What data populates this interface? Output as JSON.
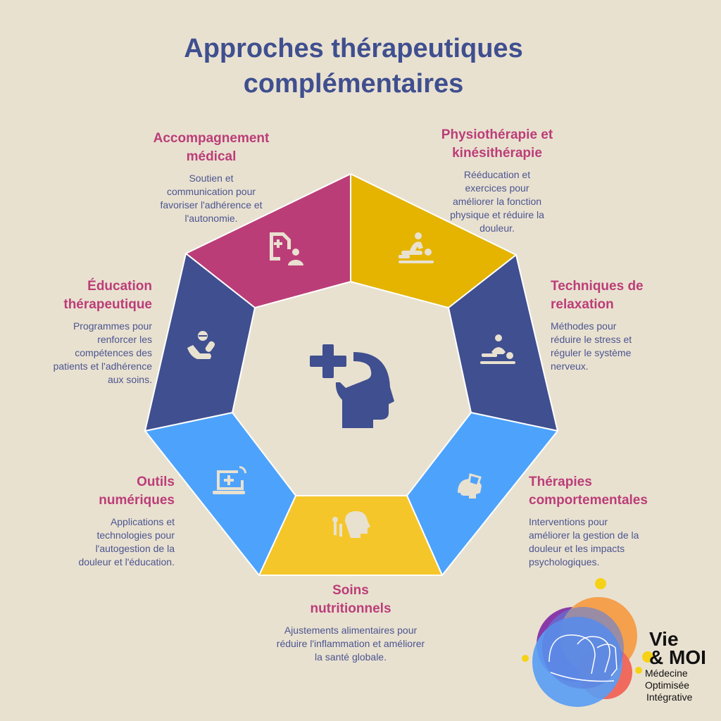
{
  "title": "Approches thérapeutiques\ncomplémentaires",
  "colors": {
    "background": "#e9e1d0",
    "magenta": "#bb3d78",
    "yellow": "#e4b400",
    "dark_blue": "#3f4f8f",
    "light_blue": "#4da3fb",
    "yellow_light": "#f5c62a"
  },
  "segments": [
    {
      "title": "Accompagnement\nmédical",
      "desc": "Soutien et\ncommunication pour\nfavoriser l'adhérence et\nl'autonomie.",
      "icon": "medical-record-person-icon"
    },
    {
      "title": "Physiothérapie et\nkinésithérapie",
      "desc": "Rééducation et\nexercices pour\naméliorer la fonction\nphysique et réduire la\ndouleur.",
      "icon": "physiotherapy-icon"
    },
    {
      "title": "Techniques de\nrelaxation",
      "desc": "Méthodes pour\nréduire le stress et\nréguler le système\nnerveux.",
      "icon": "massage-icon"
    },
    {
      "title": "Thérapies\ncomportementales",
      "desc": "Interventions pour\naméliorer la gestion de la\ndouleur et les impacts\npsychologiques.",
      "icon": "head-hand-icon"
    },
    {
      "title": "Soins\nnutritionnels",
      "desc": "Ajustements alimentaires pour\nréduire l'inflammation et améliorer\nla santé globale.",
      "icon": "nutrition-head-icon"
    },
    {
      "title": "Outils\nnumériques",
      "desc": "Applications et\ntechnologies pour\nl'autogestion de la\ndouleur et l'éducation.",
      "icon": "telemedicine-laptop-icon"
    },
    {
      "title": "Éducation\nthérapeutique",
      "desc": "Programmes pour\nrenforcer les\ncompétences des\npatients et l'adhérence\naux soins.",
      "icon": "hand-pill-icon"
    }
  ],
  "center_icon": "mental-health-head-icon",
  "logo": {
    "line1": "Vie",
    "line2": "& MOI",
    "sub1": "Médecine",
    "sub2": "Optimisée",
    "sub3": "Intégrative"
  }
}
